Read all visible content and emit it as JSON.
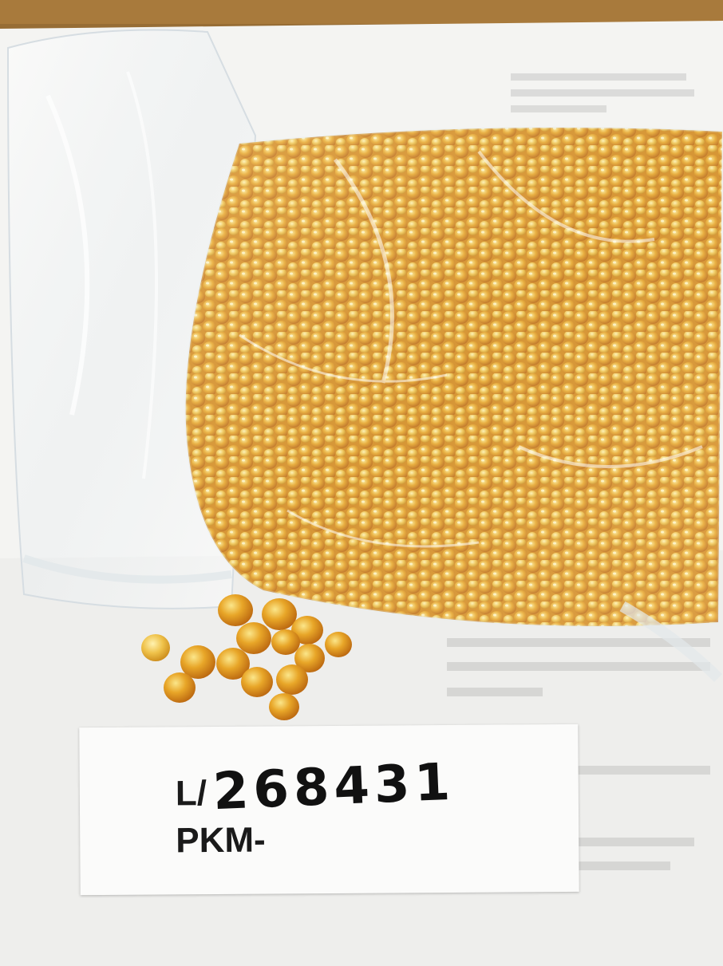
{
  "label": {
    "prefix": "L/",
    "number": "268431",
    "code": "PKM-"
  },
  "colors": {
    "table": "#a87a3c",
    "paper": "#f4f4f2",
    "amber": "#e0a020",
    "amber_dark": "#b8620c",
    "amber_light": "#f6d060"
  }
}
